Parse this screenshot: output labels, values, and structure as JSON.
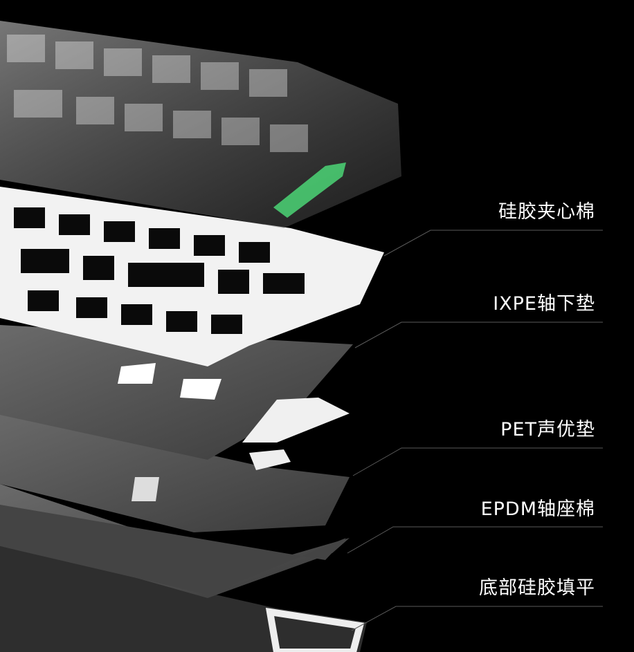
{
  "labels": [
    {
      "text": "硅胶夹心棉"
    },
    {
      "text": "IXPE轴下垫"
    },
    {
      "text": "PET声优垫"
    },
    {
      "text": "EPDM轴座棉"
    },
    {
      "text": "底部硅胶填平"
    }
  ],
  "colors": {
    "background": "#000000",
    "label": "#ffffff",
    "leader_line": "#5a5a5a",
    "accent_green": "#4de07a",
    "plate_white": "#f2f2f2",
    "foam_gray": "#555555"
  }
}
